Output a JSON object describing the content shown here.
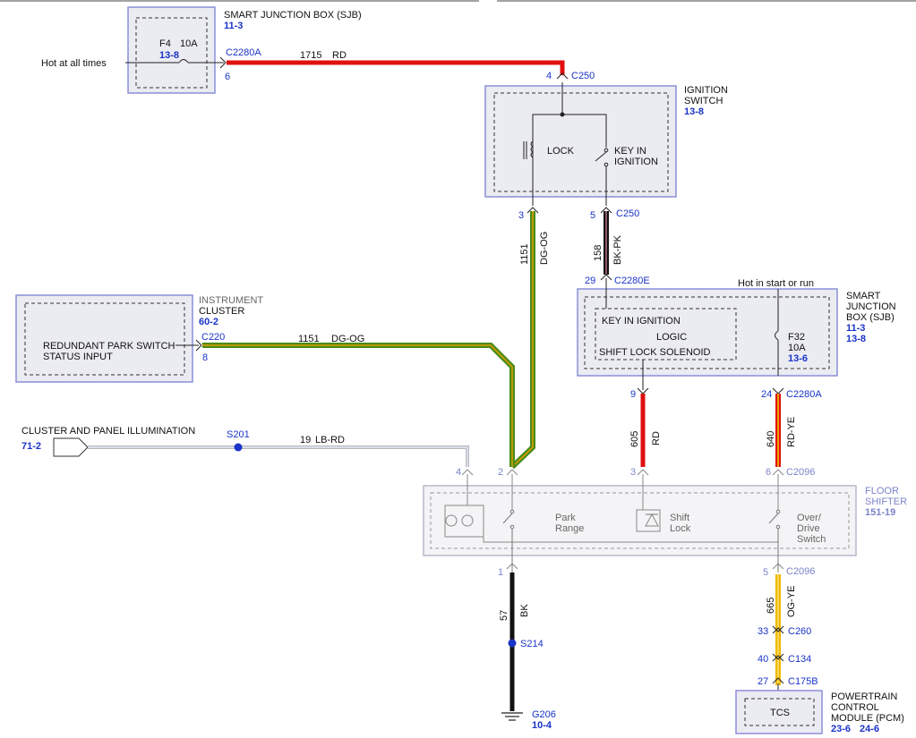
{
  "sjb_top": {
    "title": "SMART JUNCTION BOX (SJB)",
    "ref": "11-3",
    "fuse_name": "F4",
    "fuse_rating": "10A",
    "fuse_ref": "13-8",
    "connector": "C2280A",
    "pin": "6",
    "hot_label": "Hot at all times"
  },
  "wire_1715": {
    "circuit": "1715",
    "color": "RD"
  },
  "ignition": {
    "title_line1": "IGNITION",
    "title_line2": "SWITCH",
    "ref": "13-8",
    "conn_top": "C250",
    "pin_top": "4",
    "lock_label": "LOCK",
    "key_line1": "KEY IN",
    "key_line2": "IGNITION",
    "pin_left": "3",
    "pin_right": "5",
    "conn_bottom": "C250"
  },
  "wire_1151_vert": {
    "circuit": "1151",
    "color": "DG-OG"
  },
  "wire_158": {
    "circuit": "158",
    "color": "BK-PK"
  },
  "instrument": {
    "title_line1": "INSTRUMENT",
    "title_line2": "CLUSTER",
    "ref": "60-2",
    "input_line1": "REDUNDANT PARK SWITCH",
    "input_line2": "STATUS INPUT",
    "connector": "C220",
    "pin": "8"
  },
  "wire_1151_horiz": {
    "circuit": "1151",
    "color": "DG-OG"
  },
  "sjb_right": {
    "hot_label": "Hot in start or run",
    "conn_top": "C2280E",
    "pin_top": "29",
    "key_label": "KEY IN IGNITION",
    "logic_label": "LOGIC",
    "solenoid_label": "SHIFT LOCK SOLENOID",
    "fuse_name": "F32",
    "fuse_rating": "10A",
    "fuse_ref": "13-6",
    "title_line1": "SMART",
    "title_line2": "JUNCTION",
    "title_line3": "BOX (SJB)",
    "ref1": "11-3",
    "ref2": "13-8",
    "pin_left": "9",
    "pin_right": "24",
    "conn_right": "C2280A"
  },
  "cluster_illum": {
    "label": "CLUSTER AND PANEL ILLUMINATION",
    "ref": "71-2",
    "splice": "S201",
    "circuit": "19",
    "color": "LB-RD"
  },
  "wire_605": {
    "circuit": "605",
    "color": "RD"
  },
  "wire_640": {
    "circuit": "640",
    "color": "RD-YE"
  },
  "shifter": {
    "title_line1": "FLOOR",
    "title_line2": "SHIFTER",
    "ref": "151-19",
    "pin_a": "4",
    "pin_b": "2",
    "pin_c": "3",
    "pin_d": "6",
    "conn_top": "C2096",
    "park_line1": "Park",
    "park_line2": "Range",
    "shift_line1": "Shift",
    "shift_line2": "Lock",
    "od_line1": "Over/",
    "od_line2": "Drive",
    "od_line3": "Switch",
    "pin_bottom_left": "1",
    "pin_bottom_right": "5",
    "conn_bottom": "C2096"
  },
  "wire_57": {
    "circuit": "57",
    "color": "BK"
  },
  "ground": {
    "splice": "S214",
    "name": "G206",
    "ref": "10-4"
  },
  "wire_665": {
    "circuit": "665",
    "color": "OG-YE"
  },
  "pcm_conns": [
    {
      "pin": "33",
      "conn": "C260"
    },
    {
      "pin": "40",
      "conn": "C134"
    },
    {
      "pin": "27",
      "conn": "C175B"
    }
  ],
  "pcm": {
    "inner": "TCS",
    "title_line1": "POWERTRAIN",
    "title_line2": "CONTROL",
    "title_line3": "MODULE (PCM)",
    "ref1": "23-6",
    "ref2": "24-6"
  },
  "colors": {
    "red": "#e01010",
    "green": "#4a8a1a",
    "green_stripe": "#e0a000",
    "black": "#111111",
    "yellow": "#f0b800",
    "box_border": "#8a8fd8",
    "ref_blue": "#1a33c8"
  }
}
